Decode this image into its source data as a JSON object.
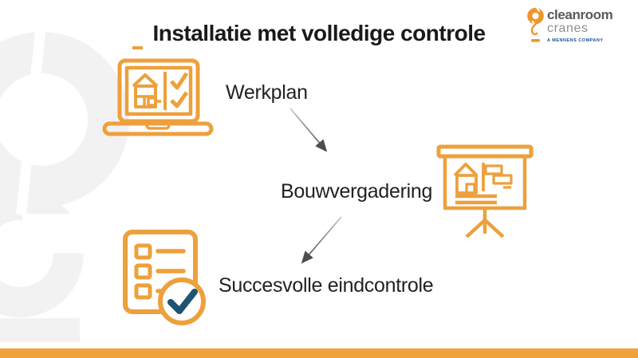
{
  "slide": {
    "title": "Installatie met volledige controle",
    "steps": [
      {
        "label": "Werkplan",
        "icon": "laptop-checklist-icon"
      },
      {
        "label": "Bouwvergadering",
        "icon": "presentation-board-icon"
      },
      {
        "label": "Succesvolle eindcontrole",
        "icon": "checklist-check-icon"
      }
    ]
  },
  "logo": {
    "name": "cleanroom",
    "name2": "cranes",
    "tagline": "A MENNENS COMPANY"
  },
  "colors": {
    "accent_orange": "#EDA03C",
    "bottom_bar_orange": "#F0A33D",
    "logo_orange": "#F0952B",
    "check_blue": "#1E5472",
    "title_text": "#1A1A1A",
    "body_text": "#222222",
    "arrow_dark": "#4D4D4D",
    "arrow_light": "#C0C0C0",
    "watermark_gray": "#F2F2F2",
    "logo_text_dark": "#58595B",
    "logo_text_light": "#8D8F92",
    "tagline_blue": "#17508C"
  }
}
